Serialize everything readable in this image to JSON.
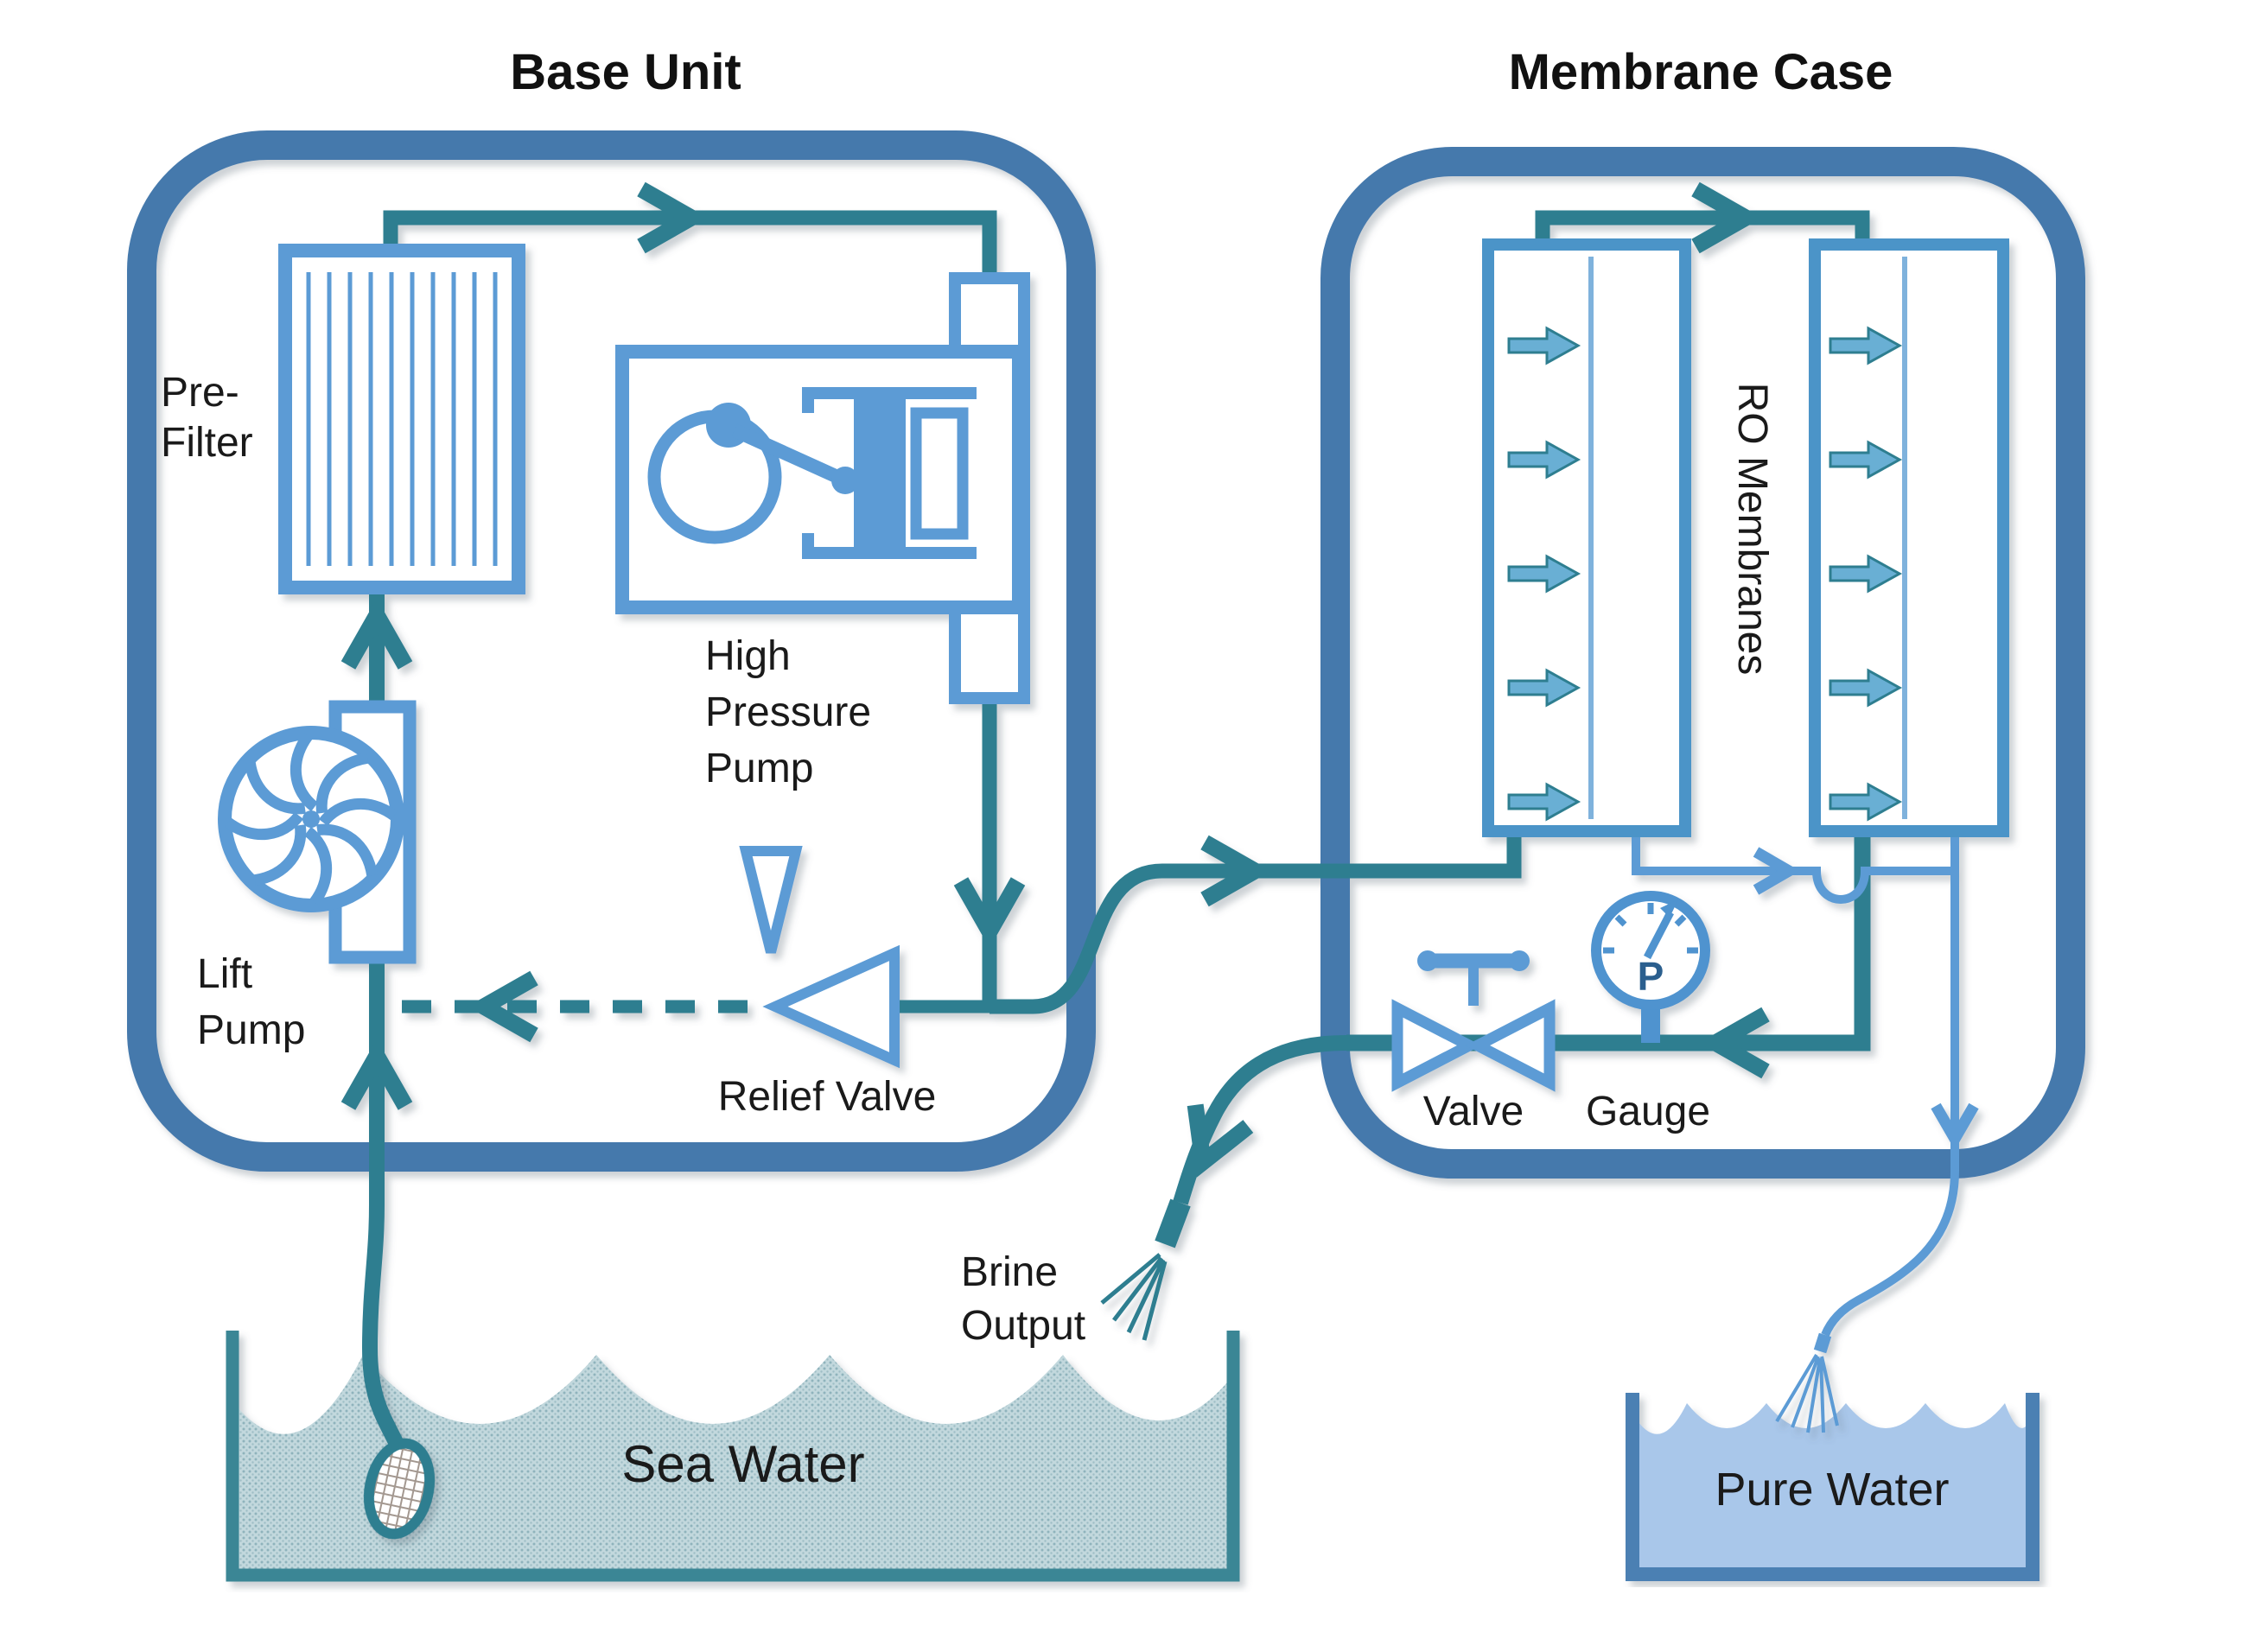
{
  "diagram": {
    "title_left": "Base Unit",
    "title_right": "Membrane Case",
    "labels": {
      "pre_filter_line1": "Pre-",
      "pre_filter_line2": "Filter",
      "high_pressure_pump_line1": "High",
      "high_pressure_pump_line2": "Pressure",
      "high_pressure_pump_line3": "Pump",
      "lift_pump_line1": "Lift",
      "lift_pump_line2": "Pump",
      "relief_valve": "Relief Valve",
      "valve": "Valve",
      "gauge": "Gauge",
      "gauge_letter": "P",
      "ro_membranes": "RO Membranes",
      "brine_output_line1": "Brine",
      "brine_output_line2": "Output",
      "sea_water": "Sea Water",
      "pure_water": "Pure Water"
    },
    "icons": [
      "pre-filter-icon",
      "high-pressure-pump-icon",
      "lift-pump-impeller-icon",
      "relief-valve-icon",
      "shutoff-valve-icon",
      "pressure-gauge-icon",
      "ro-membrane-icon",
      "intake-strainer-icon",
      "spray-nozzle-icon",
      "flow-arrow-icon"
    ],
    "colors": {
      "case_border": "#4579AC",
      "pipe_teal": "#2E7E90",
      "component_blue": "#5B9BD5",
      "membrane_border": "#4C94C8",
      "membrane_arrow_fill": "#69AFD4",
      "sea_water_fill": "#C2D8DD",
      "sea_water_dot": "#8FB3BC",
      "sea_tank_border": "#3A8695",
      "pure_water_fill": "#A9C7EA",
      "pure_tank_border": "#4B80B3",
      "text": "#1A1A1A"
    },
    "flow": {
      "source": "Sea Water",
      "stages": [
        "Lift Pump",
        "Pre-Filter",
        "High Pressure Pump",
        "RO Membranes"
      ],
      "outputs": [
        "Brine Output",
        "Pure Water"
      ]
    }
  }
}
